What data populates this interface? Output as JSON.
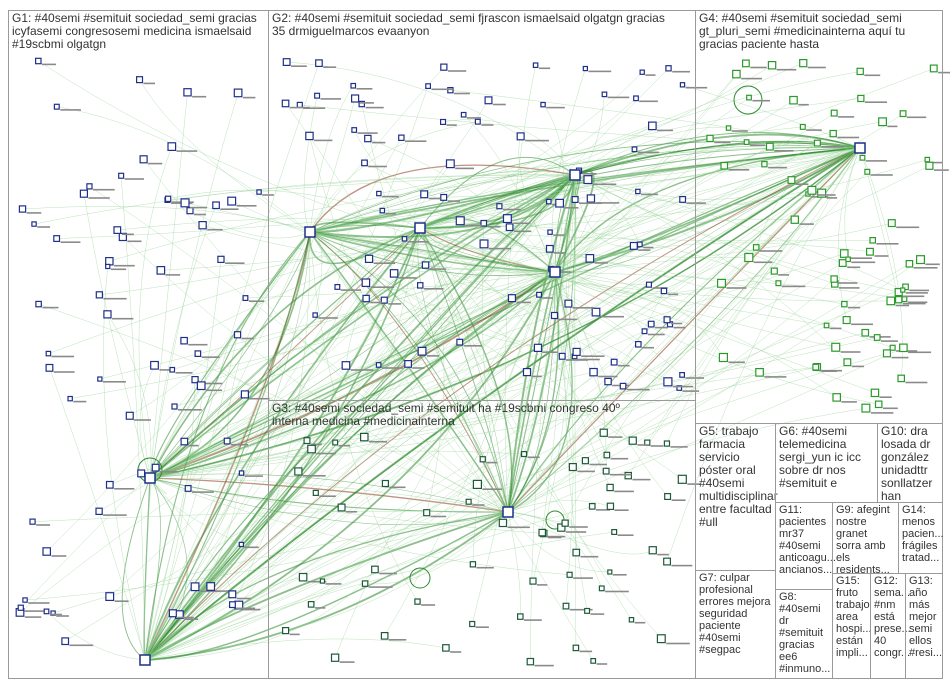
{
  "groups": [
    {
      "id": "G1",
      "label": "G1: #40semi #semituit sociedad_semi gracias icyfasemi congresosemi medicina ismaelsaid #19scbmi olgatgn"
    },
    {
      "id": "G2",
      "label": "G2: #40semi #semituit sociedad_semi fjrascon ismaelsaid olgatgn gracias 35 drmiguelmarcos evaanyon"
    },
    {
      "id": "G3",
      "label": "G3: #40semi sociedad_semi #semituit ha #19scbmi congreso 40º interna medicina #medicinainterna"
    },
    {
      "id": "G4",
      "label": "G4: #40semi #semituit sociedad_semi gt_pluri_semi #medicinainterna aquí tu gracias paciente hasta"
    },
    {
      "id": "G5",
      "label": "G5: trabajo farmacia servicio póster oral #40semi multidisciplinar entre facultad #ull"
    },
    {
      "id": "G6",
      "label": "G6: #40semi telemedicina sergi_yun ic icc sobre dr nos #semituit e"
    },
    {
      "id": "G7",
      "label": "G7: culpar profesional errores mejora seguridad paciente #40semi #segpac"
    },
    {
      "id": "G8",
      "label": "G8: #40semi dr #semituit gracias ee6 #inmuno..."
    },
    {
      "id": "G9",
      "label": "G9: afegint nostre granet sorra amb els residents..."
    },
    {
      "id": "G10",
      "label": "G10: dra losada dr gonzález unidadttr sonllatzer han"
    },
    {
      "id": "G11",
      "label": "G11: pacientes mr37 #40semi anticoagu... ancianos..."
    },
    {
      "id": "G12",
      "label": "G12: sema... #nm está prese... 40 congr..."
    },
    {
      "id": "G13",
      "label": "G13: año más mejor semi ellos #resi..."
    },
    {
      "id": "G14",
      "label": "G14: menos pacien... frágiles tratad..."
    },
    {
      "id": "G15",
      "label": "G15: fruto trabajo area hospi... están impli..."
    }
  ],
  "colors": {
    "border": "#9a9a9a",
    "edge_green": "#2e8b2e",
    "edge_light": "#8fd08f",
    "edge_dark": "#8b3a1a",
    "node_blue": "#1f2f8a",
    "node_green": "#2a9a2a",
    "node_dark": "#1e5a3a"
  }
}
